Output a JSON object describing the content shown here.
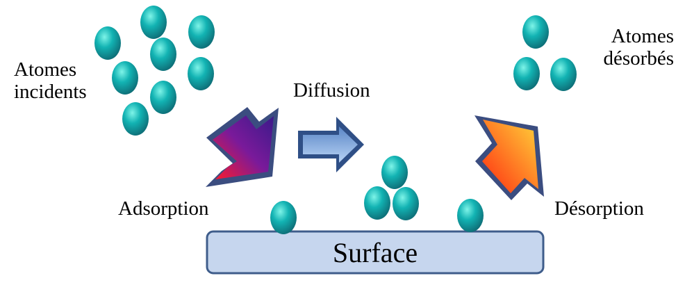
{
  "labels": {
    "incident": [
      "Atomes",
      "incidents"
    ],
    "desorbed": [
      "Atomes",
      "désorbés"
    ],
    "diffusion": "Diffusion",
    "adsorption": "Adsorption",
    "desorption": "Désorption",
    "surface": "Surface"
  },
  "colors": {
    "atom_dark": "#0e6f78",
    "atom_mid": "#12b3b3",
    "atom_light": "#7ef4e8",
    "surface_fill": "#c6d6ee",
    "surface_stroke": "#3f5d8b",
    "arrow_border": "#3b4d80",
    "adsorption_gradient": [
      "#ff1a2a",
      "#7a1a9a",
      "#3a1a8a"
    ],
    "diffusion_gradient": [
      "#5a86c6",
      "#b8d3f5"
    ],
    "desorption_gradient": [
      "#ff2a10",
      "#ffd43a"
    ]
  }
}
